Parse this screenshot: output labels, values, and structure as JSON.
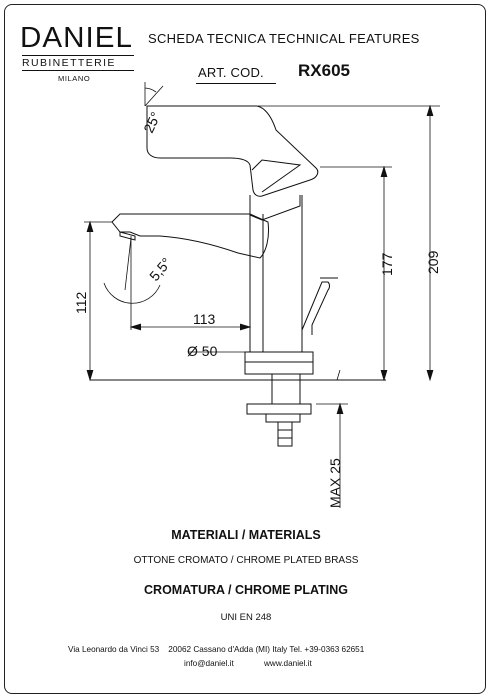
{
  "brand": {
    "name": "DANIEL",
    "subtitle": "RUBINETTERIE",
    "city": "MILANO"
  },
  "header": {
    "sheet_title": "SCHEDA TECNICA   TECHNICAL FEATURES",
    "art_label": "ART. COD.",
    "art_code": "RX605"
  },
  "dimensions": {
    "angle_lever": "25°",
    "angle_spout": "5,5°",
    "height_spout": "112",
    "reach": "113",
    "diameter": "Ø 50",
    "height_lever": "177",
    "height_total": "209",
    "max_thickness": "MAX 25"
  },
  "materials": {
    "title": "MATERIALI / MATERIALS",
    "text": "OTTONE CROMATO  / CHROME PLATED BRASS"
  },
  "plating": {
    "title": "CROMATURA / CHROME PLATING",
    "standard": "UNI EN 248"
  },
  "footer": {
    "address": "Via Leonardo da Vinci 53    20062 Cassano d'Adda (MI) Italy Tel. +39-0363 62651",
    "email": "info@daniel.it",
    "website": "www.daniel.it"
  }
}
